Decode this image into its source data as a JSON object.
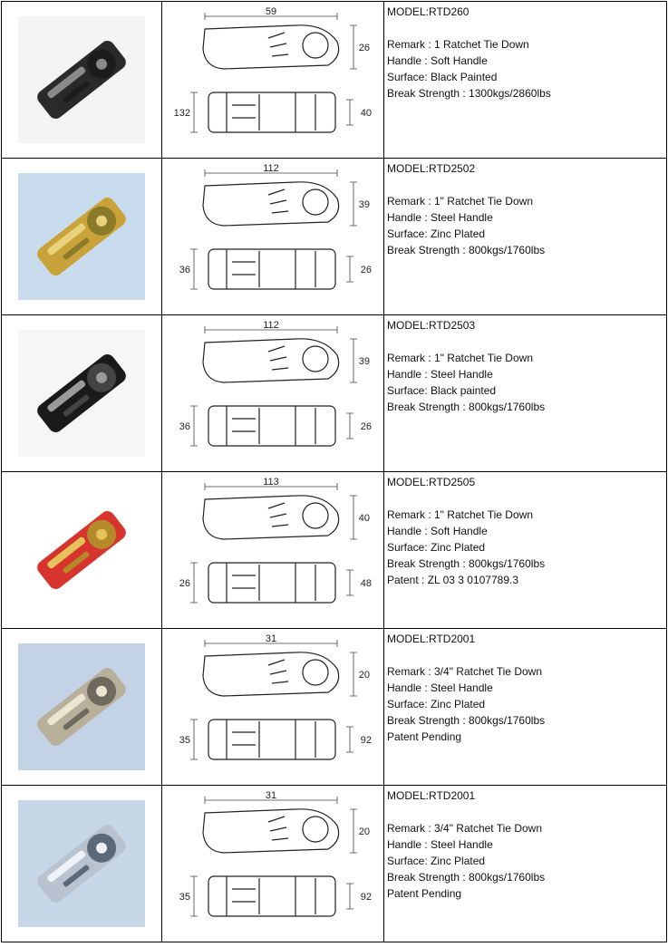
{
  "products": [
    {
      "model": "MODEL:RTD260",
      "specs": [
        "Remark : 1 Ratchet Tie Down",
        "Handle : Soft Handle",
        "Surface: Black Painted",
        "Break Strength : 1300kgs/2860lbs"
      ],
      "dims": [
        "59",
        "26",
        "132",
        "40"
      ],
      "colors": {
        "bg": "#f4f4f4",
        "body": "#2a2a2a",
        "accent": "#1c1c1c",
        "hi": "#8a8a8a"
      }
    },
    {
      "model": "MODEL:RTD2502",
      "specs": [
        "Remark : 1\" Ratchet Tie Down",
        "Handle : Steel Handle",
        "Surface: Zinc Plated",
        "Break Strength : 800kgs/1760lbs"
      ],
      "dims": [
        "112",
        "39",
        "36",
        "26"
      ],
      "colors": {
        "bg": "#c9dcee",
        "body": "#c9a23a",
        "accent": "#8a7a2a",
        "hi": "#e8d27a"
      }
    },
    {
      "model": "MODEL:RTD2503",
      "specs": [
        "Remark : 1\" Ratchet Tie Down",
        "Handle : Steel Handle",
        "Surface: Black painted",
        "Break Strength : 800kgs/1760lbs"
      ],
      "dims": [
        "112",
        "39",
        "36",
        "26"
      ],
      "colors": {
        "bg": "#f6f6f6",
        "body": "#1a1a1a",
        "accent": "#444444",
        "hi": "#9a9a9a"
      }
    },
    {
      "model": "MODEL:RTD2505",
      "specs": [
        "Remark : 1\" Ratchet Tie Down",
        "Handle : Soft Handle",
        "Surface: Zinc Plated",
        "Break Strength : 800kgs/1760lbs",
        "Patent : ZL 03 3 0107789.3"
      ],
      "dims": [
        "113",
        "40",
        "26",
        "48"
      ],
      "colors": {
        "bg": "#ffffff",
        "body": "#d8342e",
        "accent": "#b58a2a",
        "hi": "#e6c35a"
      }
    },
    {
      "model": "MODEL:RTD2001",
      "specs": [
        "Remark : 3/4\" Ratchet Tie Down",
        "Handle : Steel Handle",
        "Surface: Zinc Plated",
        "Break Strength : 800kgs/1760lbs",
        "Patent Pending"
      ],
      "dims": [
        "31",
        "20",
        "35",
        "92"
      ],
      "colors": {
        "bg": "#c3d2e4",
        "body": "#b8b09a",
        "accent": "#6f6a5e",
        "hi": "#ebe6d2"
      }
    },
    {
      "model": "MODEL:RTD2001",
      "specs": [
        "Remark : 3/4\" Ratchet Tie Down",
        "Handle : Steel Handle",
        "Surface: Zinc Plated",
        "Break Strength : 800kgs/1760lbs",
        "Patent Pending"
      ],
      "dims": [
        "31",
        "20",
        "35",
        "92"
      ],
      "colors": {
        "bg": "#c7d7e8",
        "body": "#b9c3d0",
        "accent": "#5b6878",
        "hi": "#eef2f7"
      }
    }
  ]
}
